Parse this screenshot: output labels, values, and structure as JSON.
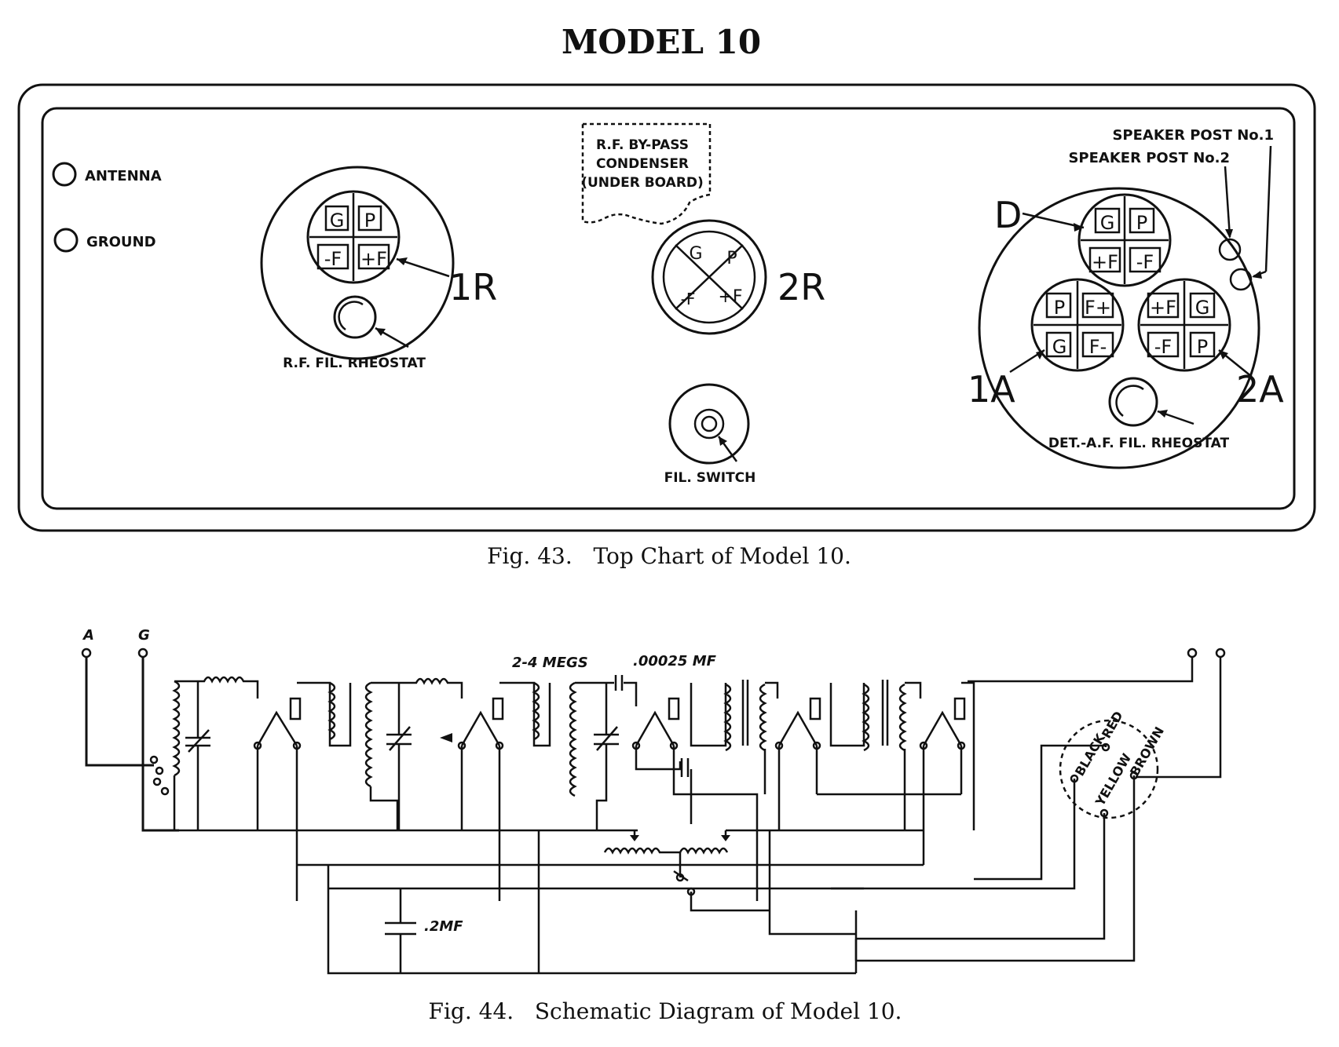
{
  "title": "MODEL 10",
  "fig43": {
    "caption": "Fig. 43.   Top Chart of Model 10.",
    "antenna": "ANTENNA",
    "ground": "GROUND",
    "bypass_1": "R.F. BY-PASS",
    "bypass_2": "CONDENSER",
    "bypass_3": "(UNDER BOARD)",
    "socket_1R": {
      "label": "1R",
      "pins": [
        "G",
        "P",
        "-F",
        "+F"
      ]
    },
    "socket_2R": {
      "label": "2R",
      "pins": [
        "G",
        "P",
        "-F",
        "+F"
      ]
    },
    "socket_D": {
      "label": "D",
      "pins": [
        "G",
        "P",
        "+F",
        "-F"
      ]
    },
    "socket_1A": {
      "label": "1A",
      "pins": [
        "P",
        "F+",
        "G",
        "F-"
      ]
    },
    "socket_2A": {
      "label": "2A",
      "pins": [
        "+F",
        "G",
        "-F",
        "P"
      ]
    },
    "rf_rheostat": "R.F. FIL. RHEOSTAT",
    "fil_switch": "FIL. SWITCH",
    "det_rheostat": "DET.-A.F. FIL. RHEOSTAT",
    "speaker_1": "SPEAKER POST No.1",
    "speaker_2": "SPEAKER POST No.2"
  },
  "fig44": {
    "caption": "Fig. 44.   Schematic Diagram of Model 10.",
    "terminal_a": "A",
    "terminal_g": "G",
    "megs": "2-4 MEGS",
    "condenser_grid": ".00025 MF",
    "condenser_main": ".2MF",
    "cable_red": "RED",
    "cable_black": "BLACK",
    "cable_yellow": "YELLOW",
    "cable_brown": "BROWN"
  }
}
